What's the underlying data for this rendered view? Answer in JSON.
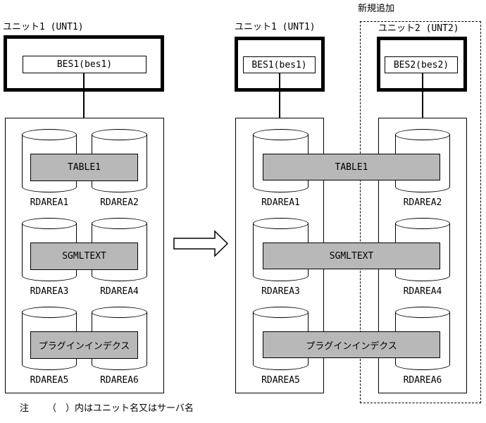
{
  "diagram": {
    "new_addition_label": "新規追加",
    "note_prefix": "注",
    "note_body": "（　）内はユニット名又はサーバ名",
    "before": {
      "unit_label": "ユニット1 (UNT1)",
      "server_label": "BES1(bes1)",
      "objects": [
        "TABLE1",
        "SGMLTEXT",
        "プラグインインデクス"
      ],
      "rdareas": [
        "RDAREA1",
        "RDAREA2",
        "RDAREA3",
        "RDAREA4",
        "RDAREA5",
        "RDAREA6"
      ]
    },
    "after": {
      "unit1_label": "ユニット1 (UNT1)",
      "unit1_server": "BES1(bes1)",
      "unit2_label": "ユニット2 (UNT2)",
      "unit2_server": "BES2(bes2)",
      "objects": [
        "TABLE1",
        "SGMLTEXT",
        "プラグインインデクス"
      ],
      "unit1_rdareas": [
        "RDAREA1",
        "RDAREA3",
        "RDAREA5"
      ],
      "unit2_rdareas": [
        "RDAREA2",
        "RDAREA4",
        "RDAREA6"
      ]
    },
    "colors": {
      "object_fill": "#b8b8b8",
      "line": "#000000",
      "background": "#ffffff"
    }
  }
}
